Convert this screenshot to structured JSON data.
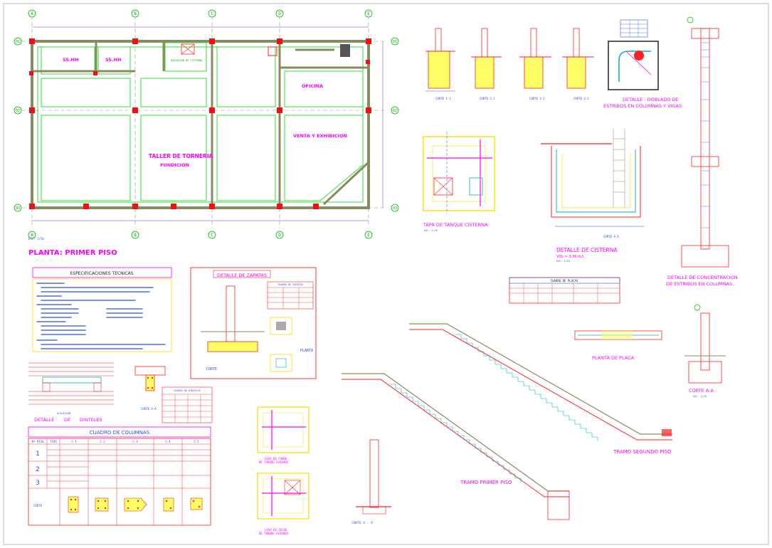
{
  "plan": {
    "title": "PLANTA: PRIMER PISO",
    "scale_label": "ESC: 1/50",
    "axes_letters": [
      "A",
      "B",
      "C",
      "D",
      "E"
    ],
    "axes_numbers": [
      "01",
      "02",
      "03"
    ],
    "rooms": {
      "sshh1": "SS.HH",
      "sshh2": "SS.HH",
      "oficina": "OFICINA",
      "ventas": "VENTA Y EXHIBICION",
      "taller": "TALLER DE TORNERIA",
      "fundicion": "FUNDICION",
      "cisterna_label": "UBICACION DE CISTERNA"
    }
  },
  "top_details": {
    "cortes": [
      "CORTE 1-1",
      "CORTE 2-2",
      "CORTE 2-2",
      "CORTE 3-3"
    ],
    "doblado_title_1": "DETALLE : DOBLADO DE",
    "doblado_title_2": "ESTRIBOS EN COLUMNAS Y VIGAS",
    "tapa_title": "TAPA  DE TANQUE CISTERNA",
    "tapa_scale": "ESC: 1/25",
    "cisterna_title": "DETALLE DE CISTERNA",
    "cisterna_vol": "VOL.= 3.36 m3",
    "cisterna_scale": "ESC: 1/25",
    "corte_xx": "CORTE X-X",
    "concentracion_1": "DETALLE DE CONCENTRACION",
    "concentracion_2": "DE ESTRIBOS EN COLUMNAS."
  },
  "specs": {
    "title": "ESPECIFICACIONES TECNICAS"
  },
  "zapatas": {
    "title": "DETALLE DE ZAPATAS",
    "table_title": "CUADRO DE ZAPATAS",
    "corte": "CORTE",
    "planta": "PLANTA"
  },
  "placas": {
    "title": "CUADRO DE PLACAS",
    "planta": "PLANTA DE PLACA",
    "corte_aa": "CORTE A-A",
    "corte_aa_scale": "ESC: 1/25"
  },
  "dinteles": {
    "title_1": "DETALLE",
    "title_2": "DE",
    "title_3": "DINTELES",
    "elevacion": "ELEVACION",
    "corte_aa": "CORTE A-A",
    "table_title": "CUADRO DE DINTELES"
  },
  "columnas": {
    "title": "CUADRO    DE    COLUMNAS",
    "headers": [
      "Nº PISO",
      "TIPO",
      "C-1",
      "C-2",
      "C-3",
      "C-4",
      "C-5"
    ],
    "floors": [
      "1",
      "2",
      "3"
    ],
    "corte": "CORTE"
  },
  "losas": {
    "fondo_1": "LOSA DE FONDO",
    "fondo_2": "DE TANQUE ELEVADO",
    "techo_1": "LOSA DE TECHO",
    "techo_2": "DE TANQUE ELEVADO"
  },
  "escalera": {
    "tramo1": "TRAMO PRIMER PISO",
    "tramo2": "TRAMO SEGUNDO PISO",
    "corte_xx": "CORTE X - X"
  }
}
